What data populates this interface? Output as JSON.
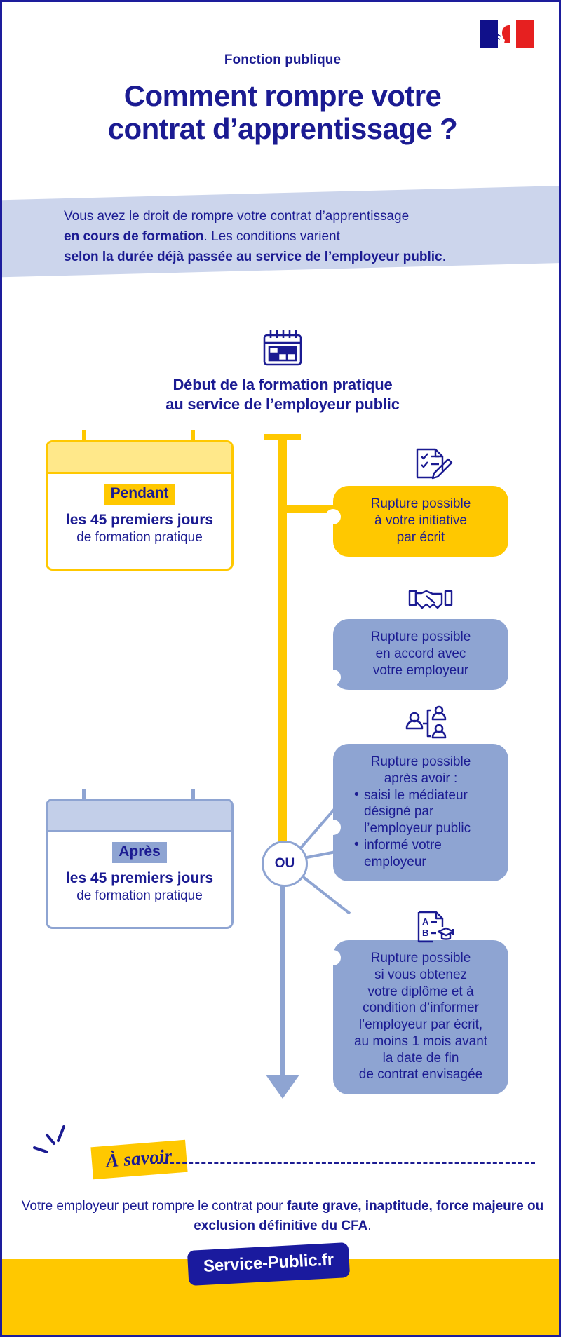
{
  "header": {
    "flag_alt": "french-republic-flag",
    "eyebrow": "Fonction publique",
    "title_line1": "Comment rompre votre",
    "title_line2": "contrat d’apprentissage ?"
  },
  "intro": {
    "line1_normal": "Vous avez le droit de rompre votre contrat d’apprentissage",
    "line2_bold": "en cours de formation",
    "line2_normal": ". Les conditions varient",
    "line3_bold": "selon la durée déjà passée au service de l’employeur public",
    "line3_tail": "."
  },
  "section": {
    "icon": "calendar-icon",
    "heading_line1": "Début de la formation pratique",
    "heading_line2": "au service de l’employeur public"
  },
  "timeline": {
    "or_node_label": "OU"
  },
  "cards": [
    {
      "id": "pendant",
      "icon": "calendar-card-icon",
      "chip": "Pendant",
      "line1": "les 45 premiers jours",
      "line2": "de formation pratique",
      "accent": "#ffc800"
    },
    {
      "id": "apres",
      "icon": "calendar-card-icon",
      "chip": "Après",
      "line1": "les 45 premiers jours",
      "line2": "de formation pratique",
      "accent": "#8ea4d2"
    }
  ],
  "bubbles": [
    {
      "id": "initiative",
      "icon": "checklist-pen-icon",
      "color": "#ffc800",
      "lines": [
        "Rupture possible",
        "à votre initiative",
        "par écrit"
      ]
    },
    {
      "id": "accord",
      "icon": "handshake-icon",
      "color": "#8ea4d2",
      "lines": [
        "Rupture possible",
        "en accord avec",
        "votre employeur"
      ]
    },
    {
      "id": "mediateur",
      "icon": "mediator-people-icon",
      "color": "#8ea4d2",
      "lines": [
        "Rupture possible",
        "après avoir :"
      ],
      "bullets": [
        "saisi le médiateur désigné par l’employeur public",
        "informé votre employeur"
      ]
    },
    {
      "id": "diplome",
      "icon": "diploma-graduation-icon",
      "color": "#8ea4d2",
      "lines": [
        "Rupture possible",
        "si vous obtenez",
        "votre diplôme et à",
        "condition d’informer",
        "l’employeur par écrit,",
        "au moins 1 mois avant",
        "la date de fin",
        "de contrat envisagée"
      ]
    }
  ],
  "note": {
    "badge": "À savoir",
    "text_normal1": "Votre employeur peut rompre le contrat pour ",
    "text_bold": "faute grave, inaptitude, force majeure ou exclusion définitive du CFA",
    "text_tail": "."
  },
  "footer": {
    "logo": "Service-Public.fr"
  },
  "colors": {
    "brand_blue": "#1b1b92",
    "yellow": "#ffc800",
    "light_blue": "#8ea4d2",
    "band_blue": "#ccd5ec"
  }
}
